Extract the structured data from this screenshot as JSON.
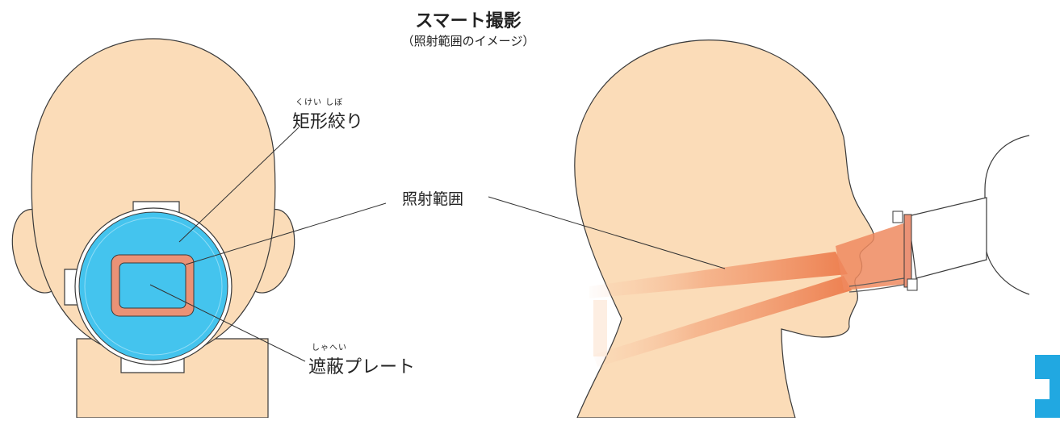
{
  "title": "スマート撮影",
  "subtitle": "（照射範囲のイメージ）",
  "labels": {
    "collimator_ruby": "くけい しぼ",
    "collimator": "矩形絞り",
    "irradiation_range": "照射範囲",
    "shield_ruby": "しゃへい",
    "shield_plate": "遮蔽プレート"
  },
  "colors": {
    "skin": "#fbdcb8",
    "skin_outline": "#3a3a3a",
    "shield_blue": "#44c4ee",
    "collimator_salmon": "#ea9276",
    "beam_orange": "#f08a5d",
    "brand_blue": "#21a8e1"
  }
}
